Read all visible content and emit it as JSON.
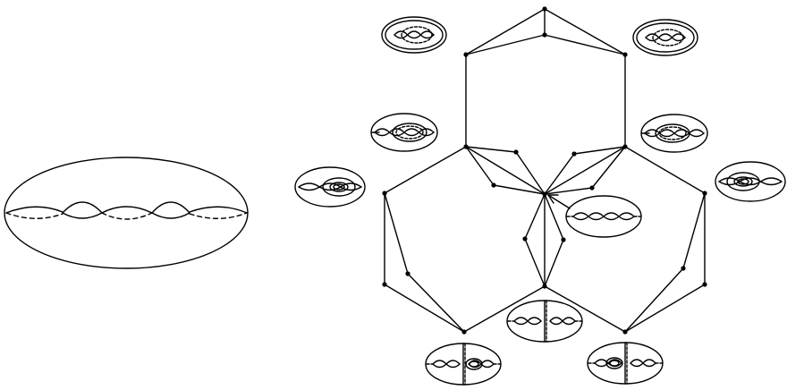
{
  "figure": {
    "stroke_color": "#000000",
    "background": "#ffffff",
    "dashed_pattern": "dashed",
    "left_surface": {
      "kind": "genus-4-surface-with-curve-system"
    },
    "complex": {
      "kind": "curve-complex-subcomplex",
      "vertex_count": 27
    },
    "insets": [
      "curve-on-surface-inset-top-left",
      "curve-on-surface-inset-top-right",
      "curve-on-surface-inset-mid-left",
      "curve-on-surface-inset-mid-right",
      "curve-on-surface-inset-left",
      "curve-on-surface-inset-right",
      "curve-on-surface-inset-center",
      "curve-on-surface-inset-bottom-center",
      "curve-on-surface-inset-bottom-left",
      "curve-on-surface-inset-bottom-right"
    ]
  }
}
